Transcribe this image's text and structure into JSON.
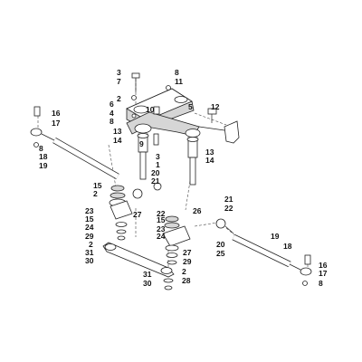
{
  "diagram": {
    "callouts": [
      "3",
      "8",
      "7",
      "11",
      "2",
      "6",
      "10",
      "5",
      "12",
      "4",
      "8",
      "13",
      "14",
      "9",
      "16",
      "17",
      "8",
      "18",
      "19",
      "3",
      "1",
      "20",
      "21",
      "15",
      "2",
      "23",
      "15",
      "24",
      "29",
      "2",
      "31",
      "30",
      "22",
      "26",
      "27",
      "15",
      "23",
      "24",
      "27",
      "29",
      "21",
      "22",
      "20",
      "25",
      "19",
      "18",
      "16",
      "17",
      "8",
      "31",
      "30",
      "2",
      "28",
      "13",
      "14"
    ]
  }
}
